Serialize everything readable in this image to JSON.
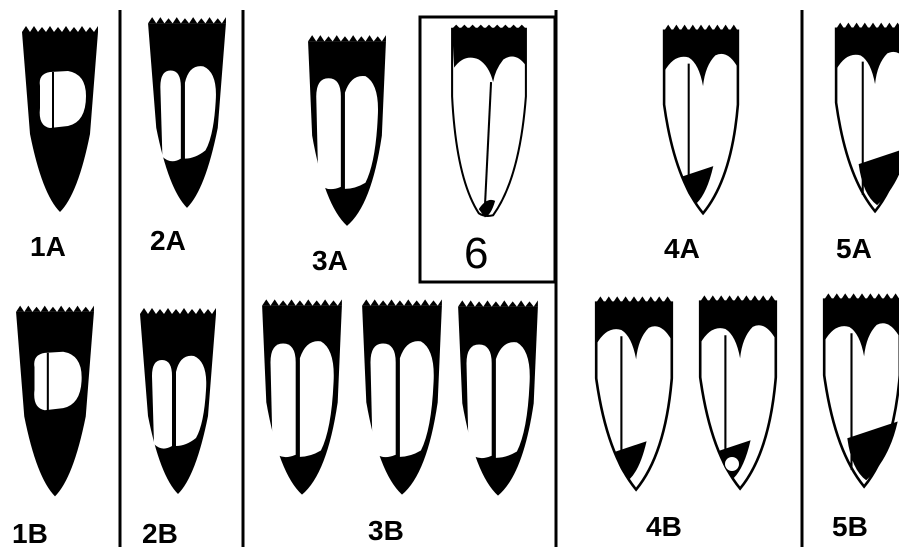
{
  "labels": {
    "l1A": "1A",
    "l2A": "2A",
    "l3A": "3A",
    "l6": "6",
    "l4A": "4A",
    "l5A": "5A",
    "l1B": "1B",
    "l2B": "2B",
    "l3B": "3B",
    "l4B": "4B",
    "l5B": "5B"
  },
  "colors": {
    "ink": "#000000",
    "paper": "#ffffff"
  }
}
